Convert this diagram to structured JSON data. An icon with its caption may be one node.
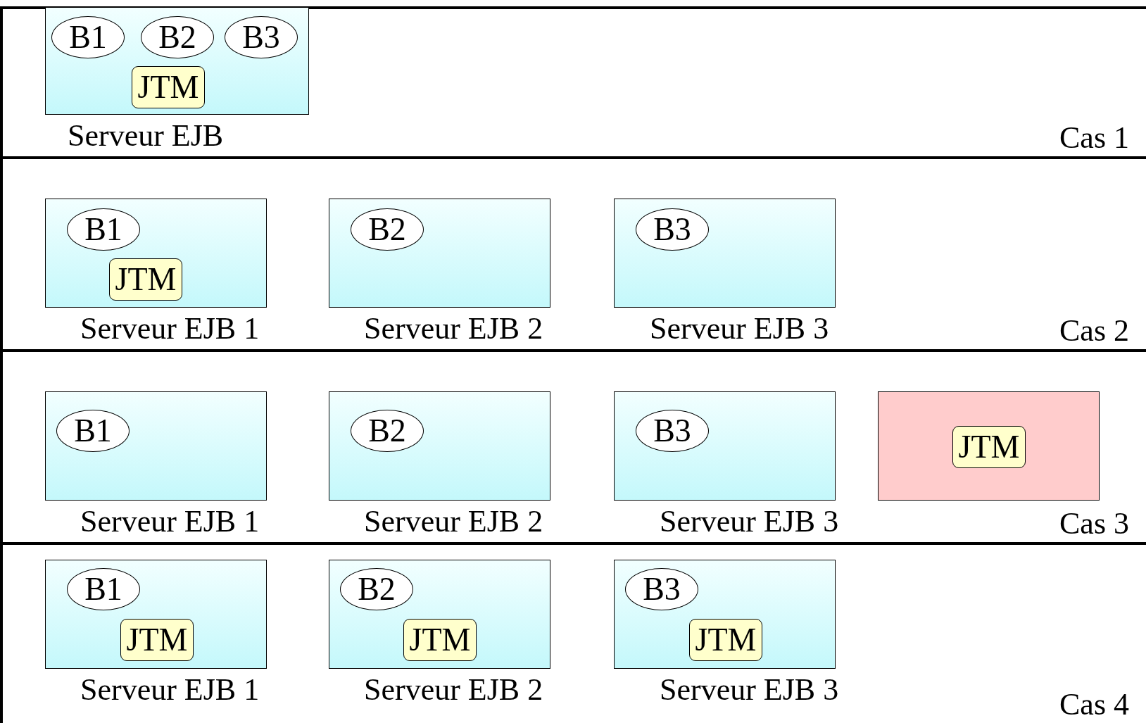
{
  "diagram": {
    "nodes": [
      {
        "text": [
          "Cas 1"
        ]
      },
      {
        "text": [
          "Serveur EJB"
        ],
        "in": 0
      },
      {
        "text": [
          "B1"
        ],
        "in": 1
      },
      {
        "text": [
          "B2"
        ],
        "in": 1
      },
      {
        "text": [
          "B3"
        ],
        "in": 1
      },
      {
        "text": [
          "JTM"
        ],
        "in": 1
      },
      {
        "text": [
          "Cas 2"
        ]
      },
      {
        "text": [
          "Serveur EJB 1"
        ],
        "in": 6
      },
      {
        "text": [
          "B1"
        ],
        "in": 7
      },
      {
        "text": [
          "JTM"
        ],
        "in": 7
      },
      {
        "text": [
          "Serveur EJB 2"
        ],
        "in": 6
      },
      {
        "text": [
          "B2"
        ],
        "in": 10
      },
      {
        "text": [
          "Serveur EJB 3"
        ],
        "in": 6
      },
      {
        "text": [
          "B3"
        ],
        "in": 12
      },
      {
        "text": [
          "Cas 3"
        ]
      },
      {
        "text": [
          "Serveur EJB 1"
        ],
        "in": 14
      },
      {
        "text": [
          "B1"
        ],
        "in": 15
      },
      {
        "text": [
          "Serveur EJB 2"
        ],
        "in": 14
      },
      {
        "text": [
          "B2"
        ],
        "in": 17
      },
      {
        "text": [
          "Serveur EJB 3"
        ],
        "in": 14
      },
      {
        "text": [
          "B3"
        ],
        "in": 19
      },
      {
        "text": [],
        "shape": "box",
        "in": 14
      },
      {
        "text": [
          "JTM"
        ],
        "in": 21
      },
      {
        "text": [
          "Cas 4"
        ]
      },
      {
        "text": [
          "Serveur EJB 1"
        ],
        "in": 23
      },
      {
        "text": [
          "B1"
        ],
        "in": 24
      },
      {
        "text": [
          "JTM"
        ],
        "in": 24
      },
      {
        "text": [
          "Serveur EJB 2"
        ],
        "in": 23
      },
      {
        "text": [
          "B2"
        ],
        "in": 27
      },
      {
        "text": [
          "JTM"
        ],
        "in": 27
      },
      {
        "text": [
          "Serveur EJB 3"
        ],
        "in": 23
      },
      {
        "text": [
          "B3"
        ],
        "in": 30
      },
      {
        "text": [
          "JTM"
        ],
        "in": 30
      }
    ],
    "edges": []
  }
}
